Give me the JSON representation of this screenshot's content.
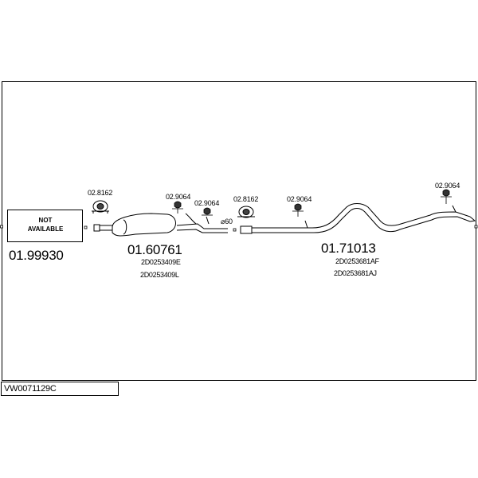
{
  "parts": {
    "not_available": "NOT\nAVAILABLE",
    "front_number": "01.99930",
    "middle_number": "01.60761",
    "middle_code_1": "2D0253409E",
    "middle_code_2": "2D0253409L",
    "rear_number": "01.71013",
    "rear_code_1": "2D0253681AF",
    "rear_code_2": "2D0253681AJ"
  },
  "accessories": {
    "clamp_1": "02.8162",
    "hanger_1": "02.9064",
    "hanger_2": "02.9064",
    "clamp_2": "02.8162",
    "hanger_3": "02.9064",
    "hanger_4": "02.9064",
    "diameter": "⌀60"
  },
  "reference": "VW0071129C"
}
